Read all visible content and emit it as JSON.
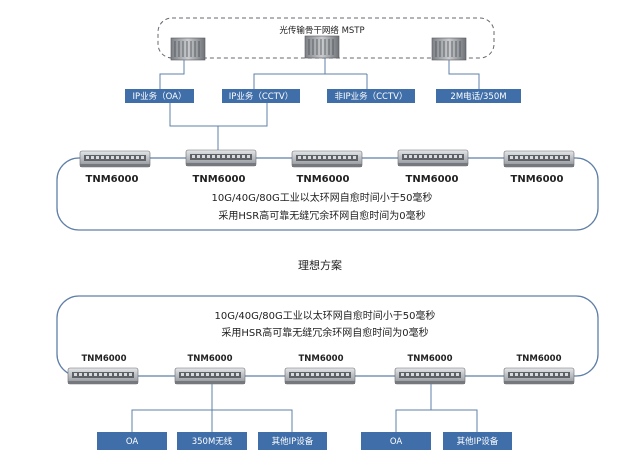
{
  "top": {
    "backbone_label": "光传输骨干网络 MSTP",
    "services": [
      {
        "label": "IP业务（OA）"
      },
      {
        "label": "IP业务（CCTV）"
      },
      {
        "label": "非IP业务（CCTV）"
      },
      {
        "label": "2M电话/350M"
      }
    ],
    "devices": [
      "TNM6000",
      "TNM6000",
      "TNM6000",
      "TNM6000",
      "TNM6000"
    ],
    "ring_line1": "10G/40G/80G工业以太环网自愈时间小于50毫秒",
    "ring_line2": "采用HSR高可靠无缝冗余环网自愈时间为0毫秒"
  },
  "caption": "理想方案",
  "bottom": {
    "ring_line1": "10G/40G/80G工业以太环网自愈时间小于50毫秒",
    "ring_line2": "采用HSR高可靠无缝冗余环网自愈时间为0毫秒",
    "devices": [
      "TNM6000",
      "TNM6000",
      "TNM6000",
      "TNM6000",
      "TNM6000"
    ],
    "endpoints": [
      {
        "label": "OA"
      },
      {
        "label": "350M无线"
      },
      {
        "label": "其他IP设备"
      },
      {
        "label": "OA"
      },
      {
        "label": "其他IP设备"
      }
    ]
  },
  "colors": {
    "box_fill": "#3f6ea8",
    "ring_stroke": "#5f7fa8"
  }
}
